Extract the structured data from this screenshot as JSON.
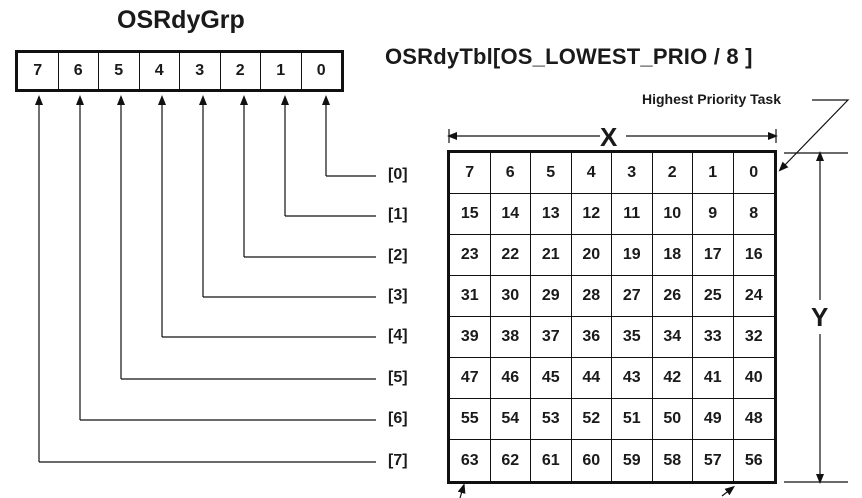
{
  "osrdygrp": {
    "title": "OSRdyGrp",
    "bits": [
      "7",
      "6",
      "5",
      "4",
      "3",
      "2",
      "1",
      "0"
    ]
  },
  "osrdytbl": {
    "title": "OSRdyTbl[OS_LOWEST_PRIO / 8 ]",
    "row_labels": [
      "[0]",
      "[1]",
      "[2]",
      "[3]",
      "[4]",
      "[5]",
      "[6]",
      "[7]"
    ],
    "rows": [
      [
        "7",
        "6",
        "5",
        "4",
        "3",
        "2",
        "1",
        "0"
      ],
      [
        "15",
        "14",
        "13",
        "12",
        "11",
        "10",
        "9",
        "8"
      ],
      [
        "23",
        "22",
        "21",
        "20",
        "19",
        "18",
        "17",
        "16"
      ],
      [
        "31",
        "30",
        "29",
        "28",
        "27",
        "26",
        "25",
        "24"
      ],
      [
        "39",
        "38",
        "37",
        "36",
        "35",
        "34",
        "33",
        "32"
      ],
      [
        "47",
        "46",
        "45",
        "44",
        "43",
        "42",
        "41",
        "40"
      ],
      [
        "55",
        "54",
        "53",
        "52",
        "51",
        "50",
        "49",
        "48"
      ],
      [
        "63",
        "62",
        "61",
        "60",
        "59",
        "58",
        "57",
        "56"
      ]
    ]
  },
  "annotations": {
    "highest_priority": "Highest Priority Task",
    "x_label": "X",
    "y_label": "Y"
  }
}
